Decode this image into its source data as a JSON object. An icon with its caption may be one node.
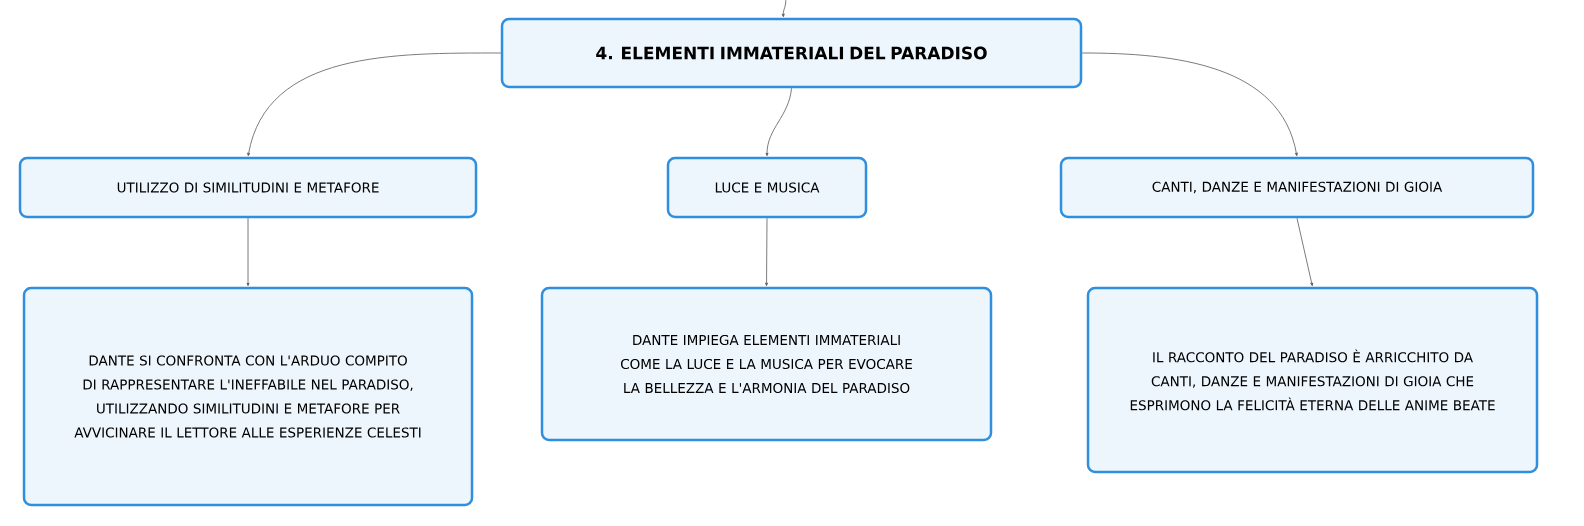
{
  "diagram": {
    "nodes": [
      {
        "text": [
          "4. ELEMENTI IMMATERIALI DEL PARADISO"
        ]
      },
      {
        "text": [
          "UTILIZZO DI SIMILITUDINI E METAFORE"
        ]
      },
      {
        "text": [
          "LUCE E MUSICA"
        ]
      },
      {
        "text": [
          "CANTI, DANZE E MANIFESTAZIONI DI GIOIA"
        ]
      },
      {
        "text": [
          "DANTE SI CONFRONTA CON L'ARDUO COMPITO DI RAPPRESENTARE L'INEFFABILE NEL PARADISO, UTILIZZANDO SIMILITUDINI E METAFORE PER AVVICINARE IL LETTORE ALLE ESPERIENZE CELESTI"
        ]
      },
      {
        "text": [
          "DANTE IMPIEGA ELEMENTI IMMATERIALI COME LA LUCE E LA MUSICA PER EVOCARE LA BELLEZZA E L'ARMONIA DEL PARADISO"
        ]
      },
      {
        "text": [
          "IL RACCONTO DEL PARADISO È ARRICCHITO DA CANTI, DANZE E MANIFESTAZIONI DI GIOIA CHE ESPRIMONO LA FELICITÀ ETERNA DELLE ANIME BEATE"
        ]
      }
    ],
    "edges": [
      {
        "from": null,
        "to": 0,
        "arrow": "to"
      },
      {
        "from": 0,
        "to": 1,
        "arrow": "to"
      },
      {
        "from": 0,
        "to": 2,
        "arrow": "to"
      },
      {
        "from": 0,
        "to": 3,
        "arrow": "to"
      },
      {
        "from": 1,
        "to": 4,
        "arrow": "to"
      },
      {
        "from": 2,
        "to": 5,
        "arrow": "to"
      },
      {
        "from": 3,
        "to": 6,
        "arrow": "to"
      }
    ]
  }
}
